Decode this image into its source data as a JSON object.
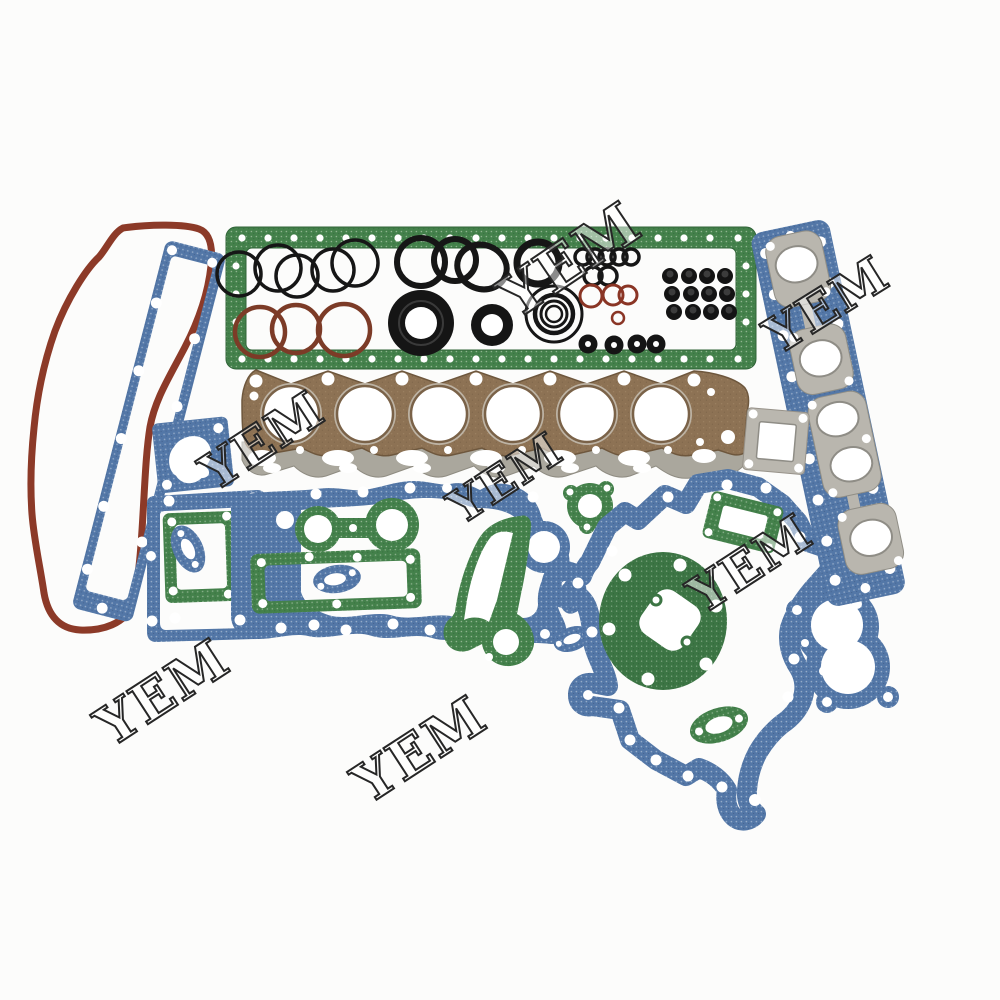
{
  "image": {
    "kind": "product-photo",
    "subject": "Engine overhaul full gasket kit laid out on a white background",
    "background_color": "#fcfcfb"
  },
  "watermark": {
    "text": "YEM",
    "count": 7,
    "style": "outlined serif text, rotated counterclockwise",
    "stroke_color": "#262626"
  },
  "watermarks": [
    {
      "text": "YEM"
    },
    {
      "text": "YEM"
    },
    {
      "text": "YEM"
    },
    {
      "text": "YEM"
    },
    {
      "text": "YEM"
    },
    {
      "text": "YEM"
    },
    {
      "text": "YEM"
    }
  ],
  "colors": {
    "gasket_green": "#44814b",
    "gasket_green_dark": "#3c7544",
    "gasket_blue": "#5377a7",
    "rubber_red": "#8c3a28",
    "head_gasket_tan": "#8d7254",
    "head_gasket_steel": "#aaa79d",
    "metal_gray": "#b9b6ae",
    "rubber_black": "#181818",
    "o_ring_brown": "#7c3b27"
  },
  "counts": {
    "cylinder_bores": 6,
    "valve_stem_seals": 12,
    "black_grommets": 4,
    "small_black_o_ring_chain": 5,
    "exhaust_ports": 5
  },
  "parts": [
    {
      "name": "valve-cover-rubber-gasket",
      "color": "red"
    },
    {
      "name": "rocker-cover-gasket",
      "color": "blue"
    },
    {
      "name": "oil-pan-gasket-frame",
      "color": "green"
    },
    {
      "name": "black-o-rings-large",
      "color": "black"
    },
    {
      "name": "brown-o-rings",
      "color": "brown"
    },
    {
      "name": "crankshaft-oil-seal",
      "color": "black"
    },
    {
      "name": "camshaft-oil-seal",
      "color": "black"
    },
    {
      "name": "concentric-seal-rings",
      "color": "black"
    },
    {
      "name": "small-o-ring-chain",
      "color": "black"
    },
    {
      "name": "small-red-o-rings",
      "color": "red"
    },
    {
      "name": "valve-stem-seals",
      "color": "black"
    },
    {
      "name": "rubber-grommets",
      "color": "black"
    },
    {
      "name": "cylinder-head-gasket",
      "color": "tan"
    },
    {
      "name": "turbo-square-gasket",
      "color": "steel"
    },
    {
      "name": "turbo-mount-gasket",
      "color": "green"
    },
    {
      "name": "exhaust-manifold-gasket-strip",
      "color": "blue"
    },
    {
      "name": "exhaust-port-gaskets",
      "color": "steel"
    },
    {
      "name": "side-cover-gasket",
      "color": "blue"
    },
    {
      "name": "breather-plate-gasket",
      "color": "blue"
    },
    {
      "name": "tappet-cover-frame",
      "color": "blue"
    },
    {
      "name": "tappet-cover-gasket",
      "color": "green"
    },
    {
      "name": "thermostat-twin-gasket",
      "color": "green"
    },
    {
      "name": "water-outlet-frame",
      "color": "green"
    },
    {
      "name": "water-pump-gasket",
      "color": "green"
    },
    {
      "name": "bypass-flange-gasket",
      "color": "green"
    },
    {
      "name": "timing-cover-gasket",
      "color": "blue"
    },
    {
      "name": "flywheel-housing-gasket-disc",
      "color": "green"
    },
    {
      "name": "water-pump-backing-gasket",
      "color": "blue"
    },
    {
      "name": "small-oval-gaskets",
      "color": "blue"
    },
    {
      "name": "exhaust-flange-oval-gasket",
      "color": "green"
    }
  ]
}
